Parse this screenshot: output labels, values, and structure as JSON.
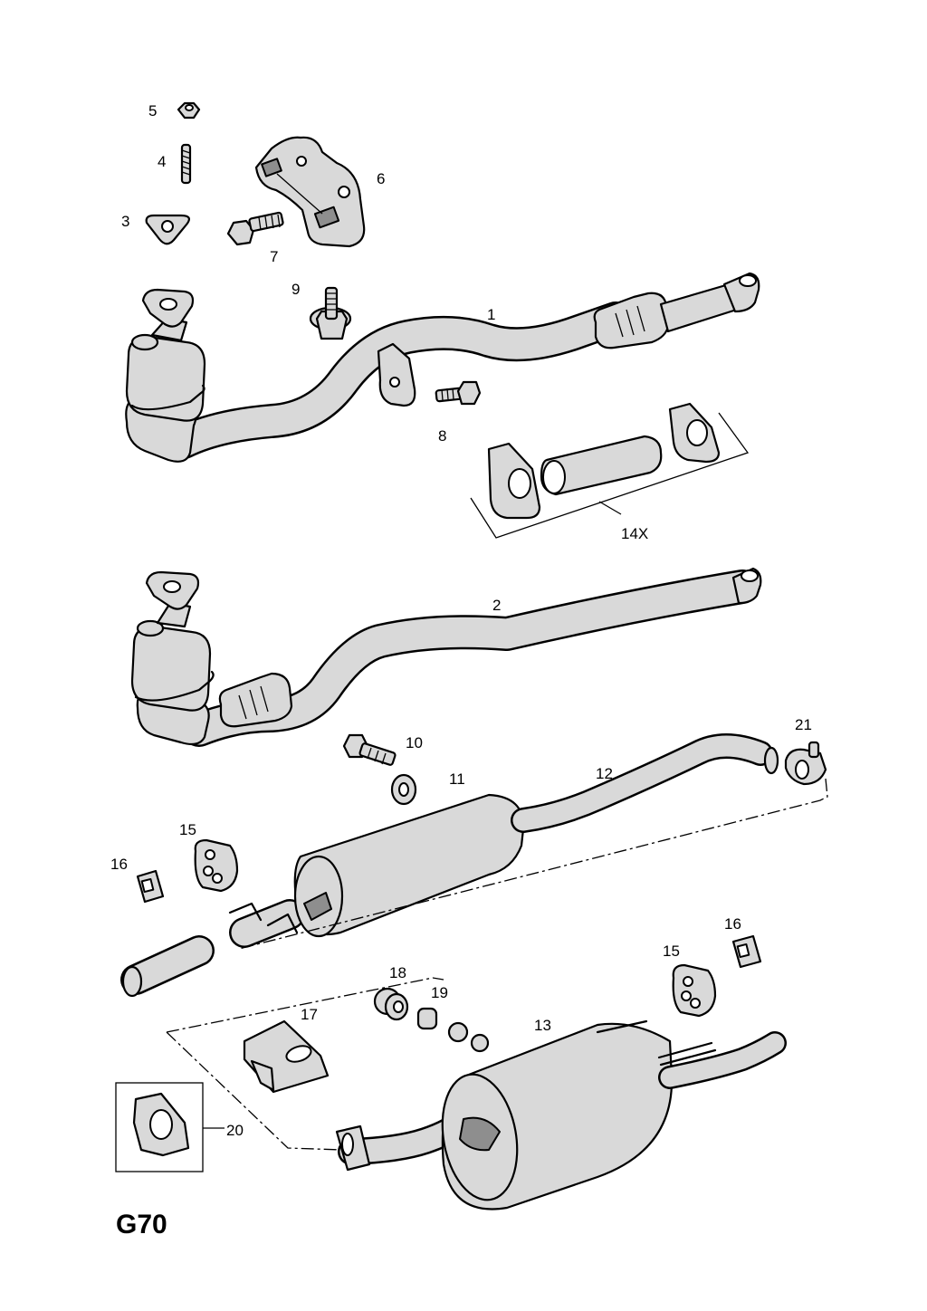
{
  "diagram": {
    "code": "G70",
    "callouts": {
      "c1": "1",
      "c2": "2",
      "c3": "3",
      "c4": "4",
      "c5": "5",
      "c6": "6",
      "c7": "7",
      "c8": "8",
      "c9": "9",
      "c10": "10",
      "c11": "11",
      "c12": "12",
      "c13": "13",
      "c14x": "14X",
      "c15a": "15",
      "c15b": "15",
      "c16a": "16",
      "c16b": "16",
      "c17": "17",
      "c18": "18",
      "c19": "19",
      "c20": "20",
      "c21": "21"
    }
  }
}
